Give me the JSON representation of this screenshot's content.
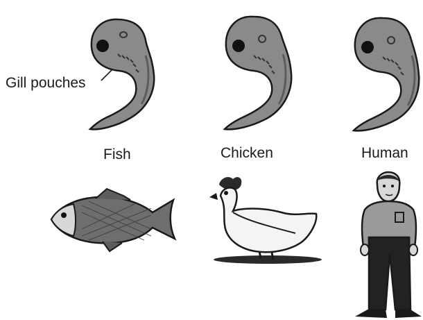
{
  "labels": {
    "gill_pouches": "Gill pouches",
    "fish": "Fish",
    "chicken": "Chicken",
    "human": "Human"
  },
  "figures": {
    "embryos": [
      "fish-embryo",
      "chicken-embryo",
      "human-embryo"
    ],
    "adults": [
      "fish",
      "chicken",
      "human"
    ]
  },
  "colors": {
    "embryo_fill": "#8a8a8a",
    "embryo_shadow": "#5c5c5c",
    "outline": "#1a1a1a",
    "fish_body": "#6e6e6e",
    "pants": "#222222",
    "shirt": "#9a9a9a"
  }
}
